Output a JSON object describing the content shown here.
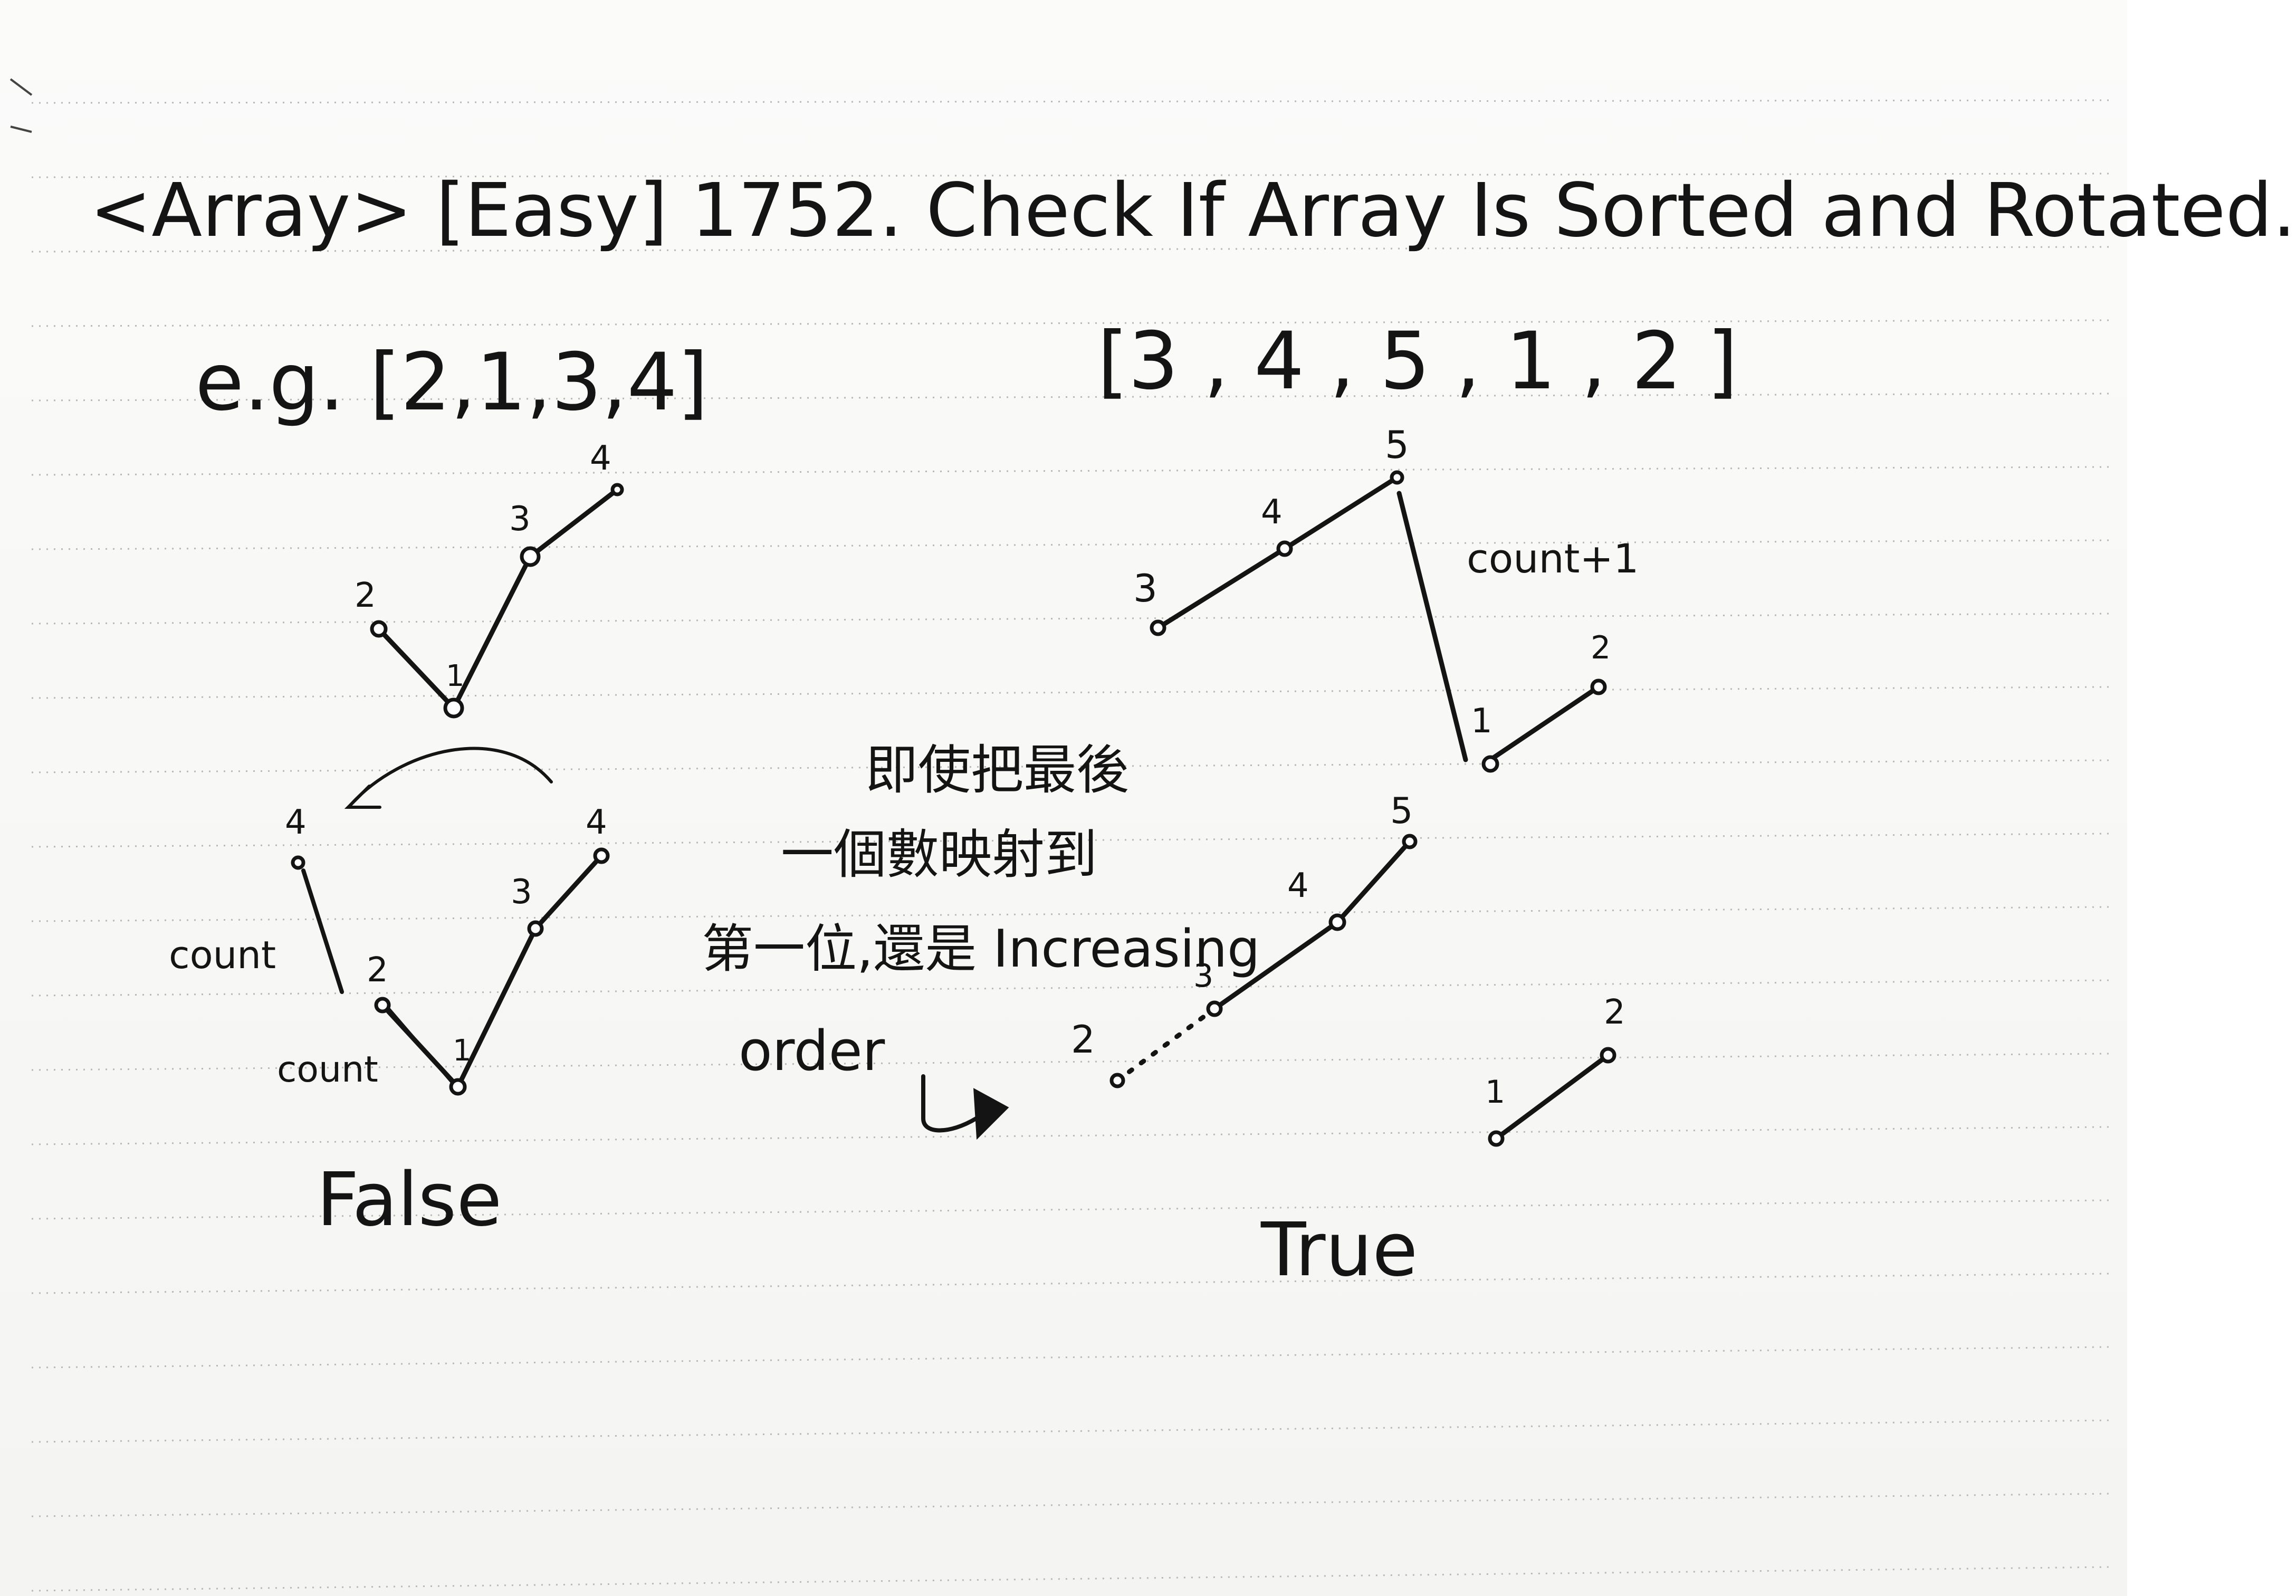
{
  "title": "<Array> [Easy] 1752. Check If Array Is Sorted and Rotated.",
  "example_false": {
    "label": "e.g. [2,1,3,4]",
    "top_values": [
      "2",
      "1",
      "3",
      "4"
    ],
    "rotated_values": [
      "4",
      "2",
      "1",
      "3",
      "4"
    ],
    "count_upper": "count",
    "count_lower": "count",
    "result": "False"
  },
  "example_true": {
    "label": "[3 , 4 , 5 , 1 , 2 ]",
    "top_values": [
      "3",
      "4",
      "5",
      "1",
      "2"
    ],
    "count_note": "count+1",
    "rotated_values": [
      "2",
      "3",
      "4",
      "5",
      "1",
      "2"
    ],
    "result": "True"
  },
  "note": {
    "line1": "即使把最後",
    "line2": "一個數映射到",
    "line3": "第一位,還是 Increasing",
    "line4": "order"
  }
}
